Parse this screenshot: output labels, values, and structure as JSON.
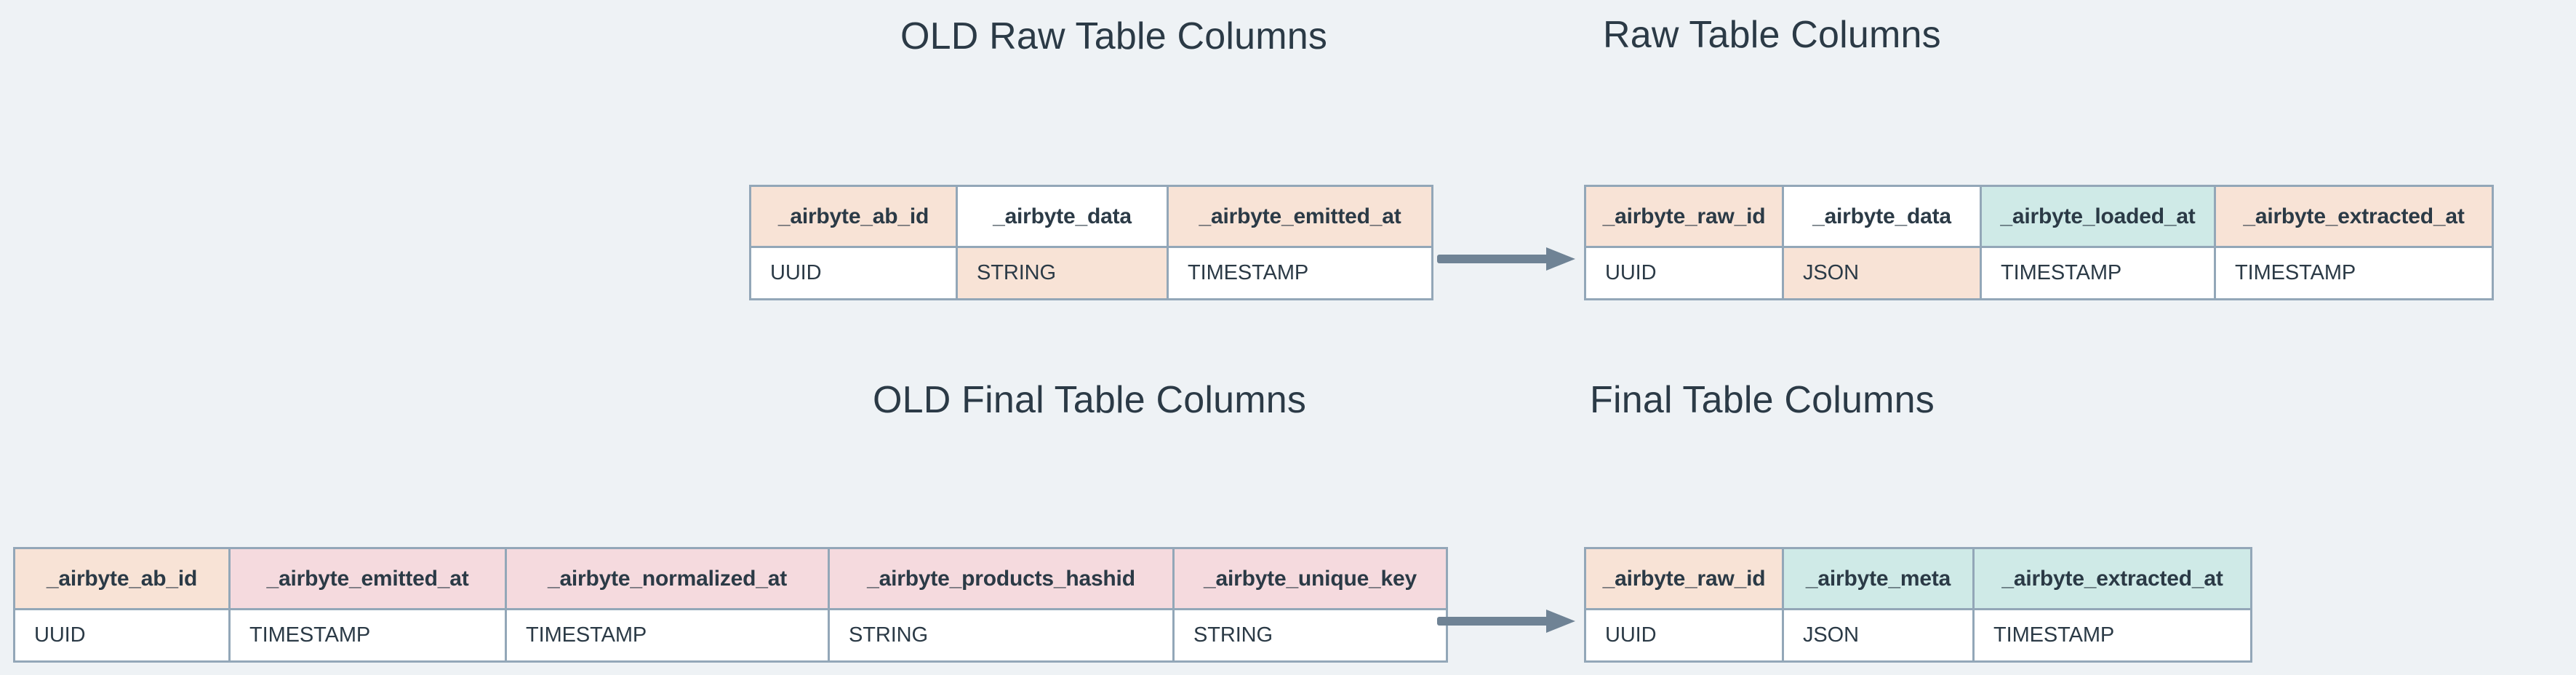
{
  "theme": {
    "background": "#eef2f5",
    "border": "#93a7b8",
    "text": "#2b3a46",
    "peach": "#f8e3d6",
    "mint": "#cfeae7",
    "pink": "#f5dade",
    "white": "#ffffff",
    "arrow": "#6f8395"
  },
  "titles": {
    "old_raw": "OLD Raw Table Columns",
    "new_raw": "Raw Table Columns",
    "old_final": "OLD Final Table Columns",
    "new_final": "Final Table Columns"
  },
  "tables": {
    "old_raw": {
      "title": "OLD Raw Table Columns",
      "columns": [
        "_airbyte_ab_id",
        "_airbyte_data",
        "_airbyte_emitted_at"
      ],
      "types": [
        "UUID",
        "STRING",
        "TIMESTAMP"
      ],
      "header_fills": [
        "peach",
        "white",
        "peach"
      ],
      "body_fills": [
        "white",
        "peach",
        "white"
      ]
    },
    "new_raw": {
      "title": "Raw Table Columns",
      "columns": [
        "_airbyte_raw_id",
        "_airbyte_data",
        "_airbyte_loaded_at",
        "_airbyte_extracted_at"
      ],
      "types": [
        "UUID",
        "JSON",
        "TIMESTAMP",
        "TIMESTAMP"
      ],
      "header_fills": [
        "peach",
        "white",
        "mint",
        "peach"
      ],
      "body_fills": [
        "white",
        "peach",
        "white",
        "white"
      ]
    },
    "old_final": {
      "title": "OLD Final Table Columns",
      "columns": [
        "_airbyte_ab_id",
        "_airbyte_emitted_at",
        "_airbyte_normalized_at",
        "_airbyte_products_hashid",
        "_airbyte_unique_key"
      ],
      "types": [
        "UUID",
        "TIMESTAMP",
        "TIMESTAMP",
        "STRING",
        "STRING"
      ],
      "header_fills": [
        "peach",
        "pink",
        "pink",
        "pink",
        "pink"
      ],
      "body_fills": [
        "white",
        "white",
        "white",
        "white",
        "white"
      ]
    },
    "new_final": {
      "title": "Final Table Columns",
      "columns": [
        "_airbyte_raw_id",
        "_airbyte_meta",
        "_airbyte_extracted_at"
      ],
      "types": [
        "UUID",
        "JSON",
        "TIMESTAMP"
      ],
      "header_fills": [
        "peach",
        "mint",
        "mint"
      ],
      "body_fills": [
        "white",
        "white",
        "white"
      ]
    }
  },
  "arrows": {
    "raw": "arrow-right-icon",
    "final": "arrow-right-icon"
  }
}
